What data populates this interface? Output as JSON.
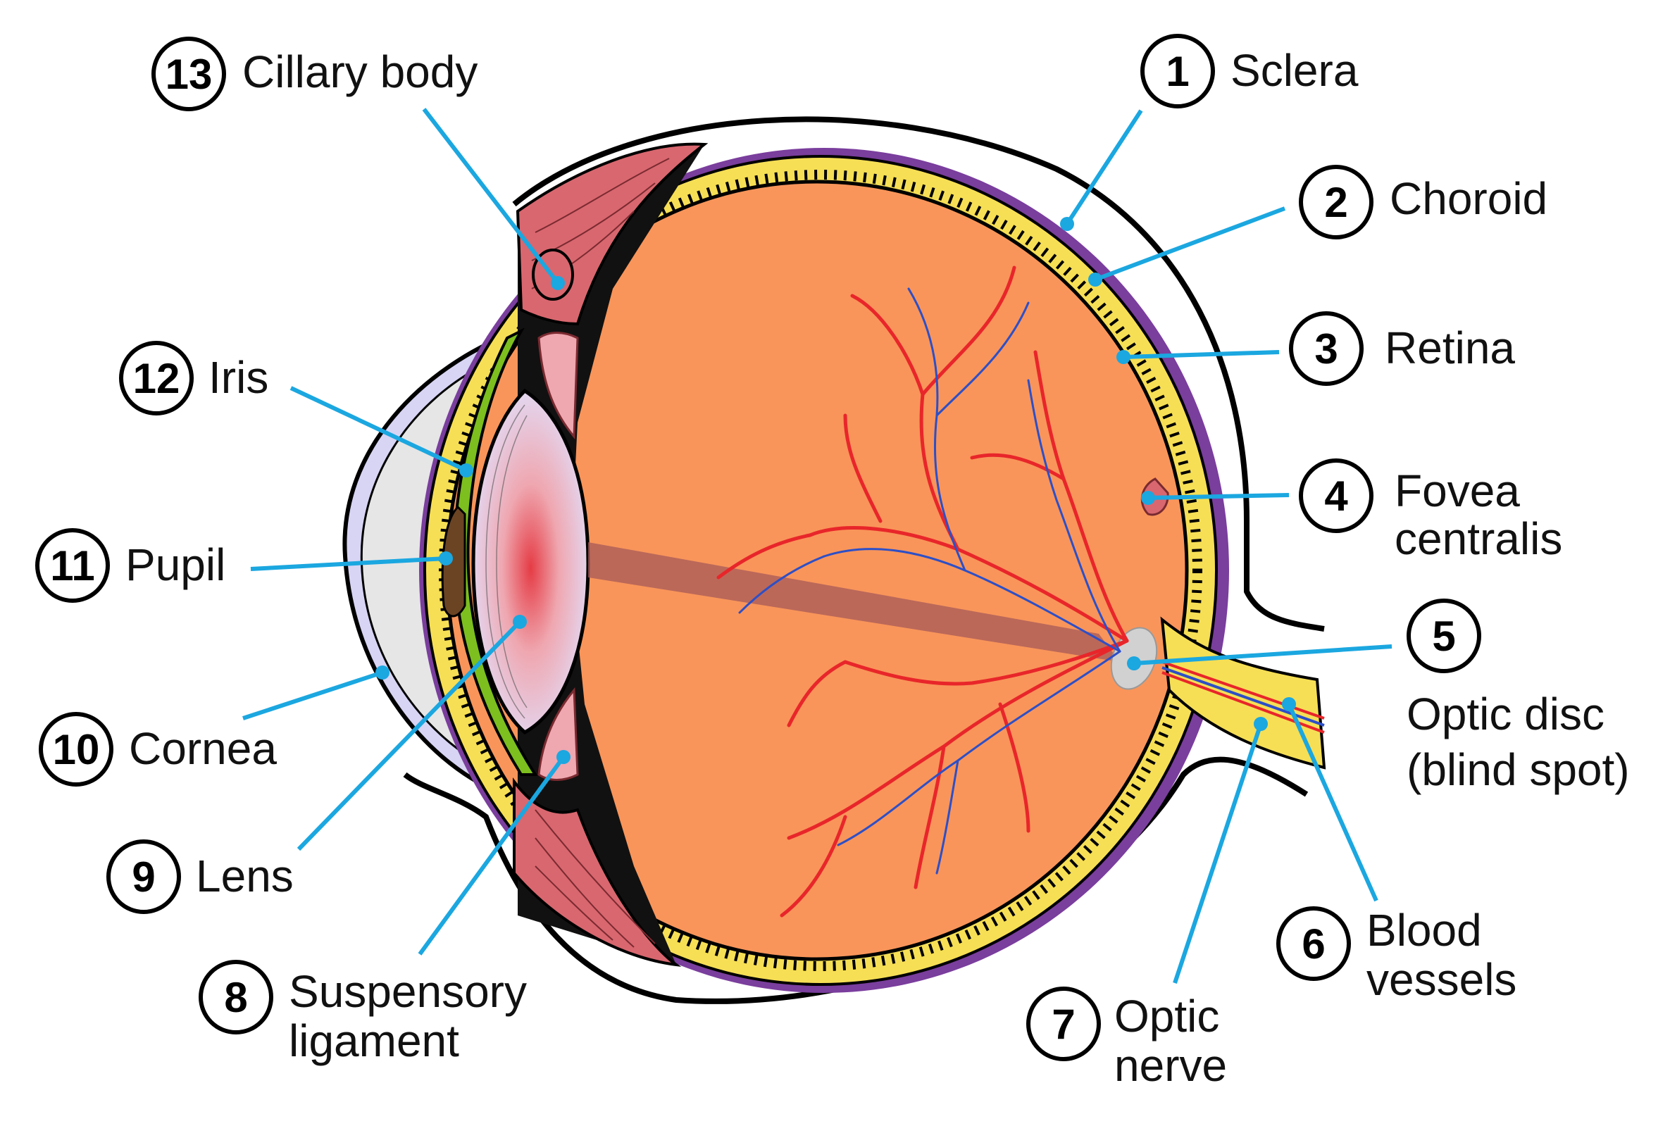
{
  "colors": {
    "leader": "#1ba7e0",
    "vitreous": "#f9955a",
    "sclera_outline": "#000000",
    "choroid": "#7a3e9d",
    "retina": "#f6df55",
    "iris": "#7cbf1e",
    "pupil": "#6b4424",
    "cornea": "#d7d4f4",
    "aqueous": "#e6e6e6",
    "ciliary": "#d9676f",
    "lens": "#e2dcf7",
    "lens_center": "#e53c45",
    "optic_disc": "#d1d1d1",
    "artery": "#e8262a",
    "vein": "#2d4fc7"
  },
  "labels": [
    {
      "id": "sclera",
      "number": "1",
      "lines": [
        "Sclera"
      ]
    },
    {
      "id": "choroid",
      "number": "2",
      "lines": [
        "Choroid"
      ]
    },
    {
      "id": "retina",
      "number": "3",
      "lines": [
        "Retina"
      ]
    },
    {
      "id": "fovea",
      "number": "4",
      "lines": [
        "Fovea",
        "centralis"
      ]
    },
    {
      "id": "optic-disc",
      "number": "5",
      "lines": [
        "Optic disc",
        "(blind spot)"
      ]
    },
    {
      "id": "blood-vessels",
      "number": "6",
      "lines": [
        "Blood",
        "vessels"
      ]
    },
    {
      "id": "optic-nerve",
      "number": "7",
      "lines": [
        "Optic",
        "nerve"
      ]
    },
    {
      "id": "suspensory-ligament",
      "number": "8",
      "lines": [
        "Suspensory",
        "ligament"
      ]
    },
    {
      "id": "lens",
      "number": "9",
      "lines": [
        "Lens"
      ]
    },
    {
      "id": "cornea",
      "number": "10",
      "lines": [
        "Cornea"
      ]
    },
    {
      "id": "pupil",
      "number": "11",
      "lines": [
        "Pupil"
      ]
    },
    {
      "id": "iris",
      "number": "12",
      "lines": [
        "Iris"
      ]
    },
    {
      "id": "ciliary-body",
      "number": "13",
      "lines": [
        "Cillary body"
      ]
    }
  ]
}
